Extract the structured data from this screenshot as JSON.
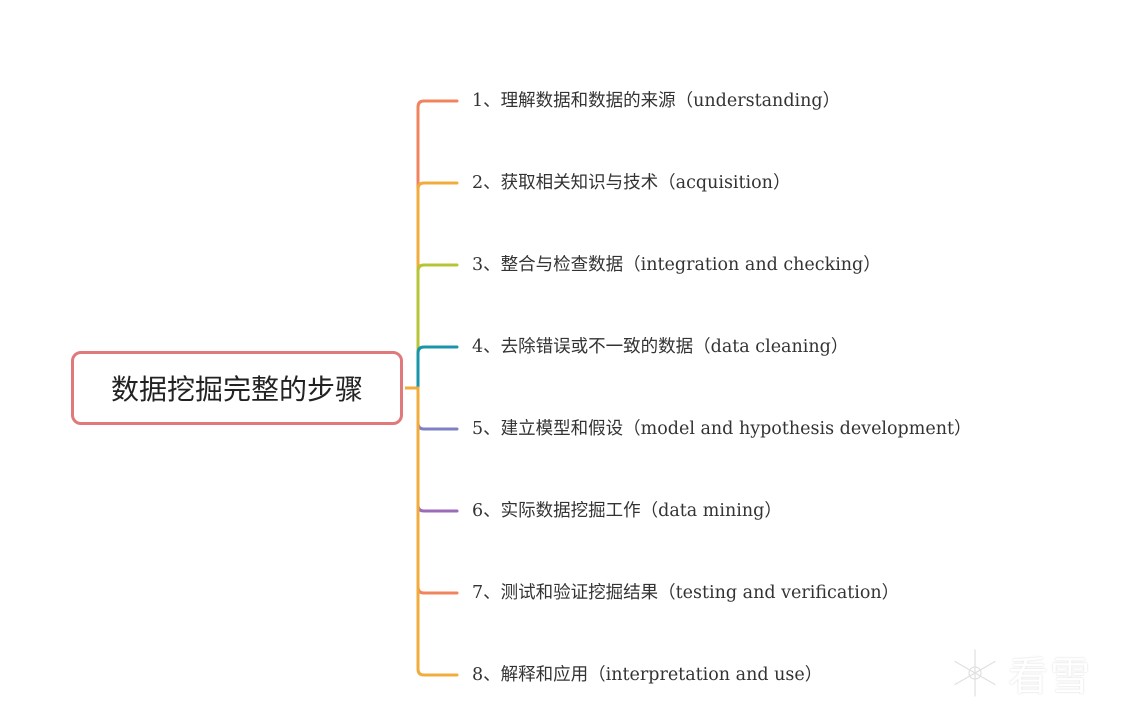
{
  "root": {
    "label": "数据挖掘完整的步骤",
    "border_color": "#e07a7a"
  },
  "branches": [
    {
      "label": "1、理解数据和数据的来源（understanding）",
      "color": "#f0845e"
    },
    {
      "label": "2、获取相关知识与技术（acquisition）",
      "color": "#f2ac3c"
    },
    {
      "label": "3、整合与检查数据（integration and checking）",
      "color": "#b7c436"
    },
    {
      "label": "4、去除错误或不一致的数据（data cleaning）",
      "color": "#1a94a8"
    },
    {
      "label": "5、建立模型和假设（model and hypothesis development）",
      "color": "#7d80c4"
    },
    {
      "label": "6、实际数据挖掘工作（data mining）",
      "color": "#9b6bb8"
    },
    {
      "label": "7、测试和验证挖掘结果（testing and verification）",
      "color": "#f0845e"
    },
    {
      "label": "8、解释和应用（interpretation and use）",
      "color": "#f2ac3c"
    }
  ],
  "watermark": {
    "text": "看雪",
    "icon": "snowflake-icon"
  }
}
